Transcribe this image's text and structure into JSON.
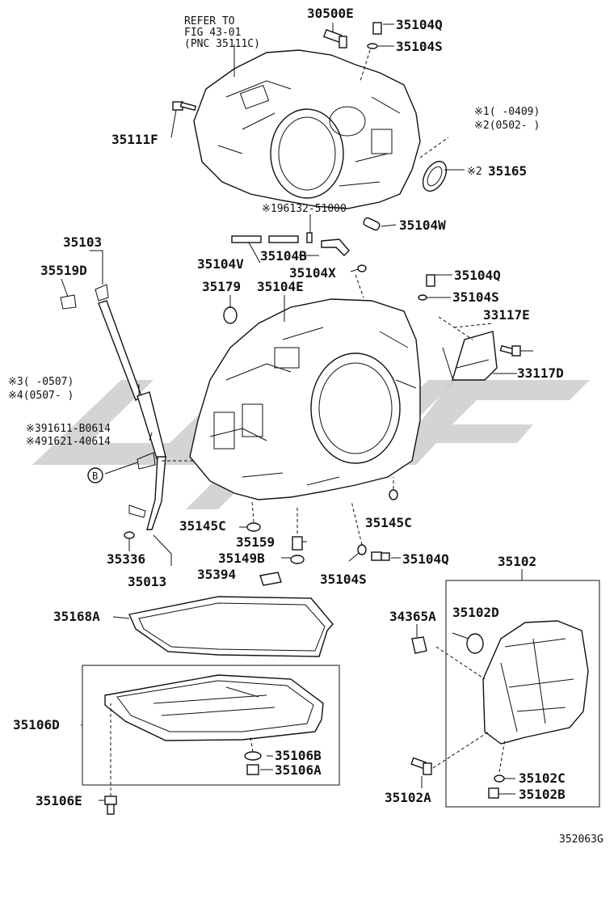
{
  "labels": {
    "refer_line1": "REFER TO",
    "refer_line2": "FIG 43-01",
    "refer_line3": "(PNC 35111C)",
    "p30500E": "30500E",
    "p35104Q_top": "35104Q",
    "p35104S_top": "35104S",
    "p35111F": "35111F",
    "note1": "※1(      -0409)",
    "note2": "※2(0502-      )",
    "p35165_mark": "※2",
    "p35165": "35165",
    "p96132": "※196132-51000",
    "p35104W": "35104W",
    "p35103": "35103",
    "p35519D": "35519D",
    "p35104V": "35104V",
    "p35104B": "35104B",
    "p35104X": "35104X",
    "p35104Q_mid": "35104Q",
    "p35179": "35179",
    "p35104E": "35104E",
    "p35104S_mid": "35104S",
    "p33117E": "33117E",
    "p33117D": "33117D",
    "note3": "※3(      -0507)",
    "note4": "※4(0507-     )",
    "p391611": "※391611-B0614",
    "p491621": "※491621-40614",
    "circleB": "B",
    "p35145C_left": "35145C",
    "p35145C_right": "35145C",
    "p35159": "35159",
    "p35149B": "35149B",
    "p35394": "35394",
    "p35336": "35336",
    "p35013": "35013",
    "p35104S_low": "35104S",
    "p35104Q_low": "35104Q",
    "p35102": "35102",
    "p35168A": "35168A",
    "p34365A": "34365A",
    "p35102D": "35102D",
    "p35106D": "35106D",
    "p35106B": "35106B",
    "p35106A": "35106A",
    "p35106E": "35106E",
    "p35102C": "35102C",
    "p35102A": "35102A",
    "p35102B": "35102B",
    "diagram_code": "352063G"
  },
  "colors": {
    "line": "#111111",
    "watermark": "#c8c8c8",
    "background": "#ffffff"
  }
}
